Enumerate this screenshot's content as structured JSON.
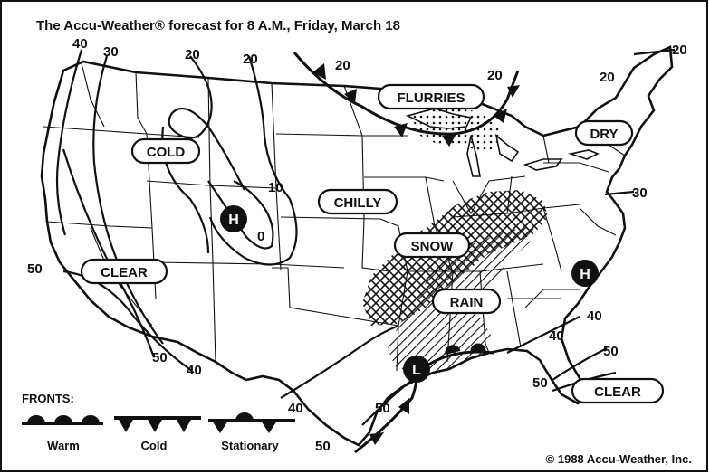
{
  "header": {
    "title": "The Accu-Weather® forecast  for 8 A.M., Friday, March 18"
  },
  "regions": [
    {
      "id": "flurries",
      "label": "FLURRIES"
    },
    {
      "id": "cold",
      "label": "COLD"
    },
    {
      "id": "chilly",
      "label": "CHILLY"
    },
    {
      "id": "snow",
      "label": "SNOW"
    },
    {
      "id": "rain",
      "label": "RAIN"
    },
    {
      "id": "dry",
      "label": "DRY"
    },
    {
      "id": "clear-west",
      "label": "CLEAR"
    },
    {
      "id": "clear-east",
      "label": "CLEAR"
    }
  ],
  "pressure_centers": [
    {
      "id": "high-west",
      "symbol": "H"
    },
    {
      "id": "high-east",
      "symbol": "H"
    },
    {
      "id": "low-south",
      "symbol": "L"
    }
  ],
  "isotherm_labels": [
    "40",
    "30",
    "20",
    "20",
    "20",
    "20",
    "20",
    "20",
    "10",
    "0",
    "50",
    "50",
    "40",
    "40",
    "40",
    "50",
    "50",
    "50",
    "40",
    "50",
    "30"
  ],
  "legend": {
    "heading": "FRONTS:",
    "warm": "Warm",
    "cold": "Cold",
    "stationary": "Stationary"
  },
  "footer": {
    "copyright": "© 1988 Accu-Weather, Inc."
  },
  "colors": {
    "ink": "#111111",
    "background": "#ffffff"
  }
}
